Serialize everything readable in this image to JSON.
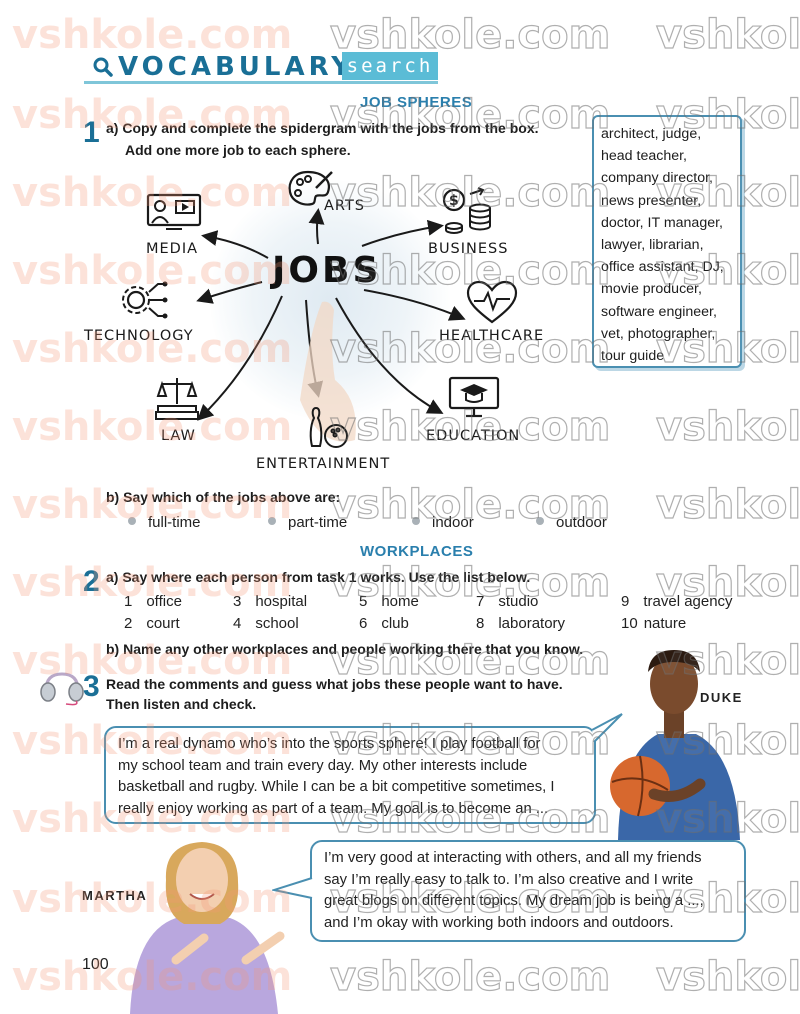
{
  "header": {
    "title": "VOCABULARY",
    "tag": "search"
  },
  "section1": {
    "heading": "JOB SPHERES",
    "number": "1",
    "instruction_a_line1": "a) Copy and complete the spidergram with the jobs from the box.",
    "instruction_a_line2": "Add one more job to each sphere.",
    "word_box_lines": [
      "architect, judge,",
      "head teacher,",
      "company director,",
      "news presenter,",
      "doctor, IT manager,",
      "lawyer, librarian,",
      "office assistant, DJ,",
      "movie producer,",
      "software engineer,",
      "vet, photographer,",
      "tour guide"
    ],
    "spidergram": {
      "center": "JOBS",
      "spheres": {
        "media": "MEDIA",
        "arts": "ARTS",
        "business": "BUSINESS",
        "technology": "TECHNOLOGY",
        "healthcare": "HEALTHCARE",
        "law": "LAW",
        "entertainment": "ENTERTAINMENT",
        "education": "EDUCATION"
      }
    },
    "instruction_b": "b) Say which of the jobs above are:",
    "categories": [
      "full-time",
      "part-time",
      "indoor",
      "outdoor"
    ]
  },
  "section2": {
    "heading": "WORKPLACES",
    "number": "2",
    "instruction_a": "a) Say where each person from task 1 works. Use the list below.",
    "places": [
      {
        "n": "1",
        "name": "office"
      },
      {
        "n": "2",
        "name": "court"
      },
      {
        "n": "3",
        "name": "hospital"
      },
      {
        "n": "4",
        "name": "school"
      },
      {
        "n": "5",
        "name": "home"
      },
      {
        "n": "6",
        "name": "club"
      },
      {
        "n": "7",
        "name": "studio"
      },
      {
        "n": "8",
        "name": "laboratory"
      },
      {
        "n": "9",
        "name": "travel agency"
      },
      {
        "n": "10",
        "name": "nature"
      }
    ],
    "instruction_b": "b) Name any other workplaces and people working there that you know."
  },
  "section3": {
    "number": "3",
    "instruction_line1": "Read the comments and guess what jobs these people want to have.",
    "instruction_line2": "Then listen and check.",
    "duke": {
      "name": "DUKE",
      "lines": [
        "I’m a real dynamo who’s into the sports sphere! I play football for",
        "my school team and train every day. My other interests include",
        "basketball and rugby. While I can be a bit competitive sometimes, I",
        "really enjoy working as part of a team. My goal is to become an ..."
      ]
    },
    "martha": {
      "name": "MARTHA",
      "lines": [
        "I’m very good at interacting with others, and all my friends",
        "say I’m really easy to talk to. I’m also creative and I write",
        "great blogs on different topics. My dream job is being a ...,",
        "and I’m okay with working both indoors and outdoors."
      ]
    }
  },
  "page_number": "100",
  "watermark": "vshkole.com",
  "watermark_short": "vshkol",
  "colors": {
    "title_blue": "#1a6f96",
    "accent_cyan": "#5bbcd6",
    "heading_blue": "#2a7fad",
    "box_border": "#4a8fb1"
  }
}
